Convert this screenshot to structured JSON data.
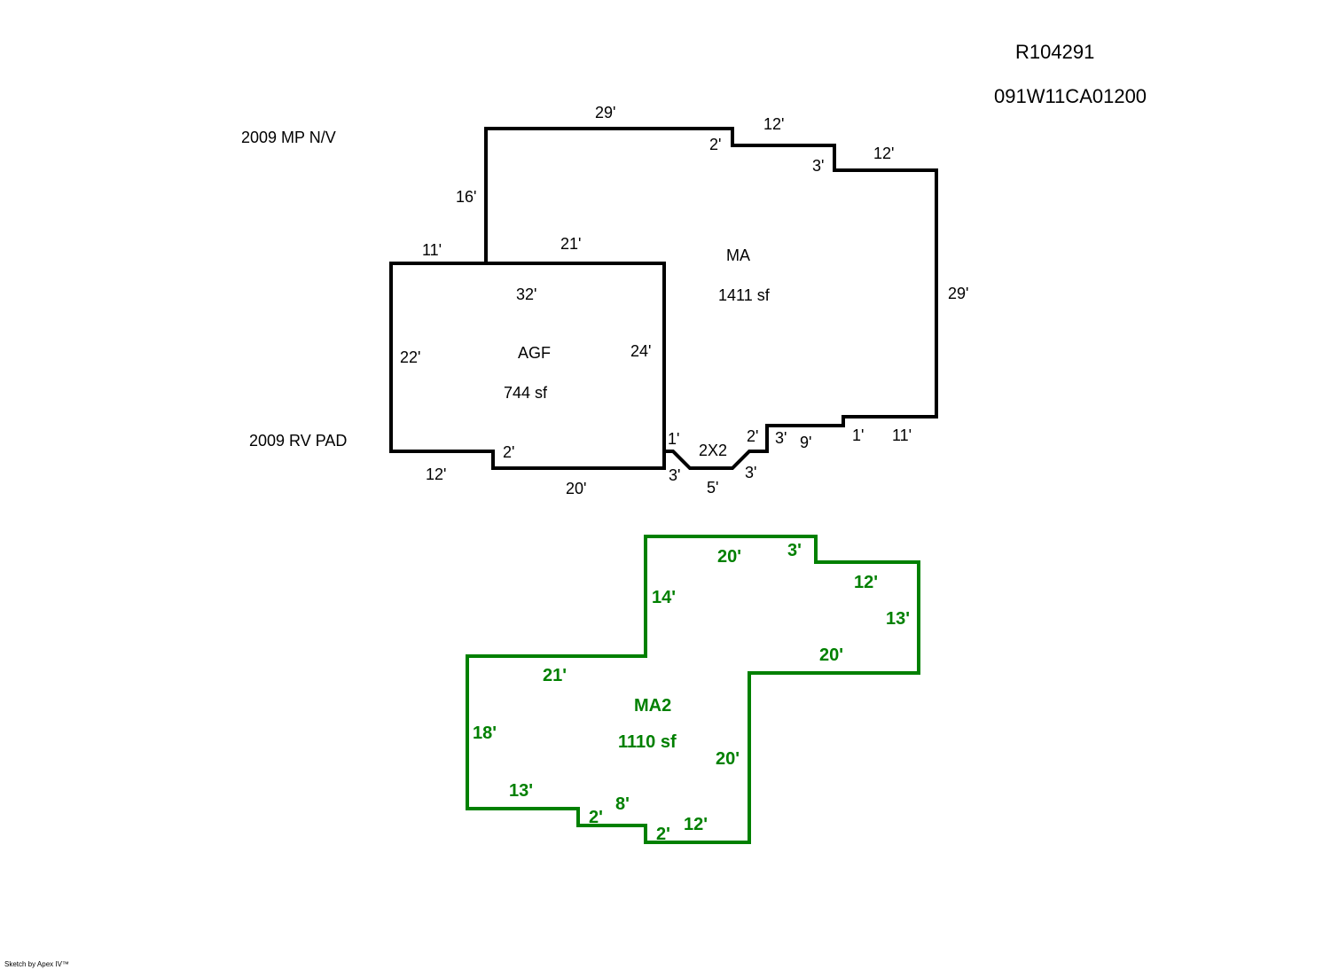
{
  "header": {
    "account_id": "R104291",
    "map_tax_lot": "091W11CA01200"
  },
  "notes": {
    "mp_note": "2009 MP N/V",
    "rv_note": "2009 RV PAD"
  },
  "credit": "Sketch by Apex IV™",
  "colors": {
    "main_outline": "#000000",
    "ma2_outline": "#008000"
  },
  "areas": {
    "ma": {
      "name": "MA",
      "area": "1411 sf"
    },
    "agf": {
      "name": "AGF",
      "area": "744 sf"
    },
    "stoop": {
      "name": "2X2"
    },
    "ma2": {
      "name": "MA2",
      "area": "1110 sf"
    }
  },
  "dims_main": {
    "ma_top": "29'",
    "ma_step1_v": "2'",
    "ma_step1_h": "12'",
    "ma_step2_v": "3'",
    "ma_step2_h": "12'",
    "ma_left": "16'",
    "ma_right": "29'",
    "ma_bot_11": "11'",
    "ma_bot_1": "1'",
    "ma_bot_9": "9'",
    "ma_bot_3": "3'",
    "agf_top_left": "11'",
    "agf_top_right": "21'",
    "agf_top": "32'",
    "agf_left": "22'",
    "agf_right": "24'",
    "agf_step_v": "2'",
    "agf_bot_12": "12'",
    "agf_bot_20": "20'",
    "stoop_1": "1'",
    "stoop_3a": "3'",
    "stoop_5": "5'",
    "stoop_3b": "3'",
    "stoop_2": "2'"
  },
  "dims_ma2": {
    "top_20": "20'",
    "top_3": "3'",
    "right_12": "12'",
    "right_13": "13'",
    "mid_20": "20'",
    "left_14": "14'",
    "mid_21": "21'",
    "left_18": "18'",
    "inner_20": "20'",
    "bot_13": "13'",
    "bot_2a": "2'",
    "bot_8": "8'",
    "bot_2b": "2'",
    "bot_12": "12'"
  }
}
